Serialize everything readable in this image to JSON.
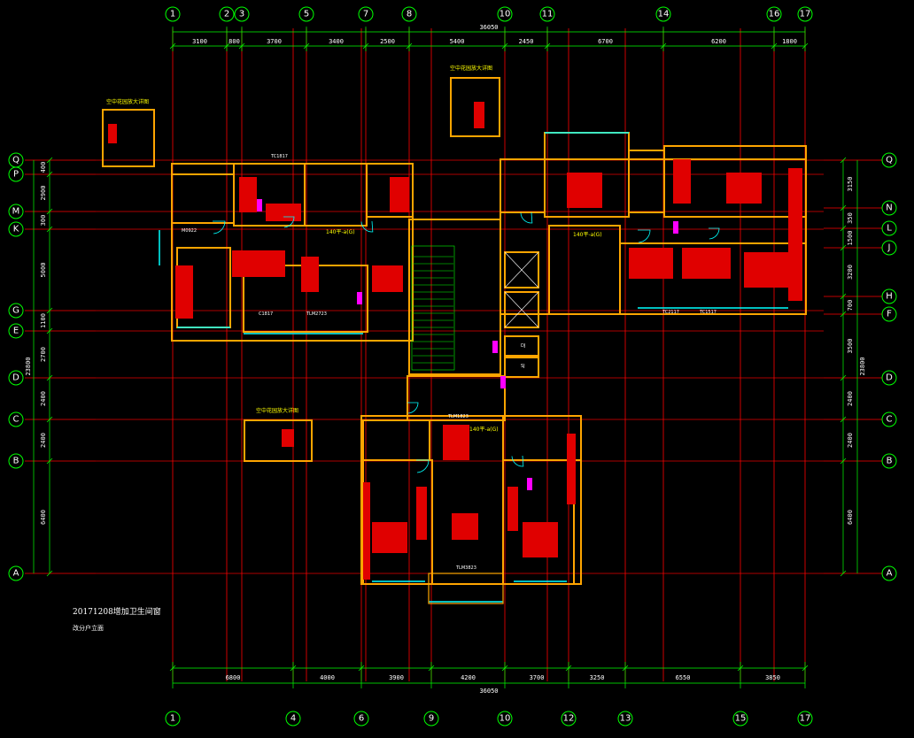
{
  "drawing": {
    "note_line1": "20171208增加卫生间窗",
    "note_line2": "改分户立面"
  },
  "colors": {
    "background": "#000000",
    "grid_line": "#ff0000",
    "dimension": "#00ff00",
    "wall": "#ffa500",
    "fill": "#e00000",
    "window": "#00ffff",
    "door": "#ff00ff",
    "text": "#ffffff",
    "label": "#ffff00"
  },
  "dimensions": {
    "top_overall": "36050",
    "top_segments": [
      "3100",
      "800",
      "3700",
      "3400",
      "2500",
      "5400",
      "2450",
      "6700",
      "6200",
      "1800"
    ],
    "bottom_overall": "36050",
    "bottom_segments": [
      "6800",
      "4000",
      "3900",
      "4200",
      "3700",
      "3250",
      "6550",
      "3850"
    ],
    "left_overall": "23800",
    "left_segments": [
      "400",
      "2900",
      "300",
      "5000",
      "1100",
      "2700",
      "2400",
      "2400",
      "6400"
    ],
    "right_overall": "23800",
    "right_segments": [
      "3150",
      "350",
      "1500",
      "3200",
      "700",
      "3500",
      "2400",
      "2400",
      "6400"
    ]
  },
  "axes": {
    "top": [
      "1",
      "2",
      "3",
      "5",
      "7",
      "8",
      "10",
      "11",
      "14",
      "16",
      "17"
    ],
    "bottom": [
      "1",
      "4",
      "6",
      "9",
      "10",
      "12",
      "13",
      "15",
      "17"
    ],
    "left": [
      "Q",
      "P",
      "M",
      "K",
      "G",
      "E",
      "D",
      "C",
      "B",
      "A"
    ],
    "right": [
      "Q",
      "N",
      "L",
      "J",
      "H",
      "F",
      "D",
      "C",
      "B",
      "A"
    ]
  },
  "room_labels": [
    "空中花园放大详图",
    "空中花园放大详图",
    "空中花园放大详图",
    "140平-a(G)",
    "140平-a(G)",
    "140平-a(G)",
    "TC1817",
    "TC2117",
    "TC1517",
    "TLM2723",
    "TLM3823",
    "TLM1823",
    "M0922",
    "C1817",
    "DJ",
    "SJ"
  ]
}
